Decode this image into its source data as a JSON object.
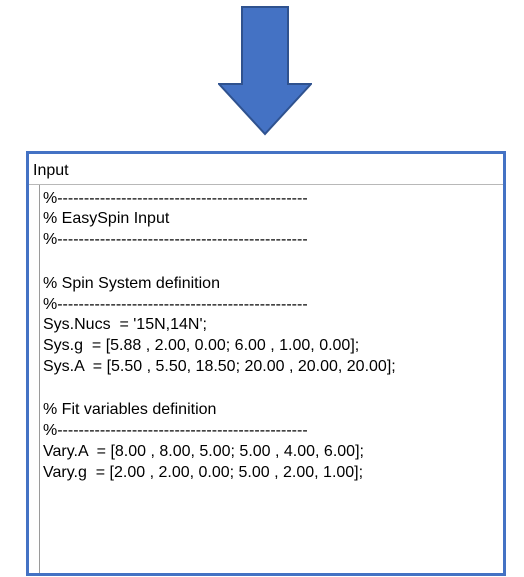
{
  "arrow": {
    "color": "#4472c4",
    "stroke_color": "#2f528f",
    "icon": "down-arrow-icon"
  },
  "panel": {
    "title": "Input",
    "border_color": "#4472c4"
  },
  "input_lines": [
    "%-----------------------------------------------",
    "% EasySpin Input",
    "%-----------------------------------------------",
    "% Spin System definition",
    "%-----------------------------------------------",
    "Sys.Nucs  = '15N,14N';",
    "Sys.g  = [5.88 , 2.00, 0.00; 6.00 , 1.00, 0.00];",
    "Sys.A  = [5.50 , 5.50, 18.50; 20.00 , 20.00, 20.00];",
    "% Fit variables definition",
    "%-----------------------------------------------",
    "Vary.A  = [8.00 , 8.00, 5.00; 5.00 , 4.00, 6.00];",
    "Vary.g  = [2.00 , 2.00, 0.00; 5.00 , 2.00, 1.00];"
  ]
}
